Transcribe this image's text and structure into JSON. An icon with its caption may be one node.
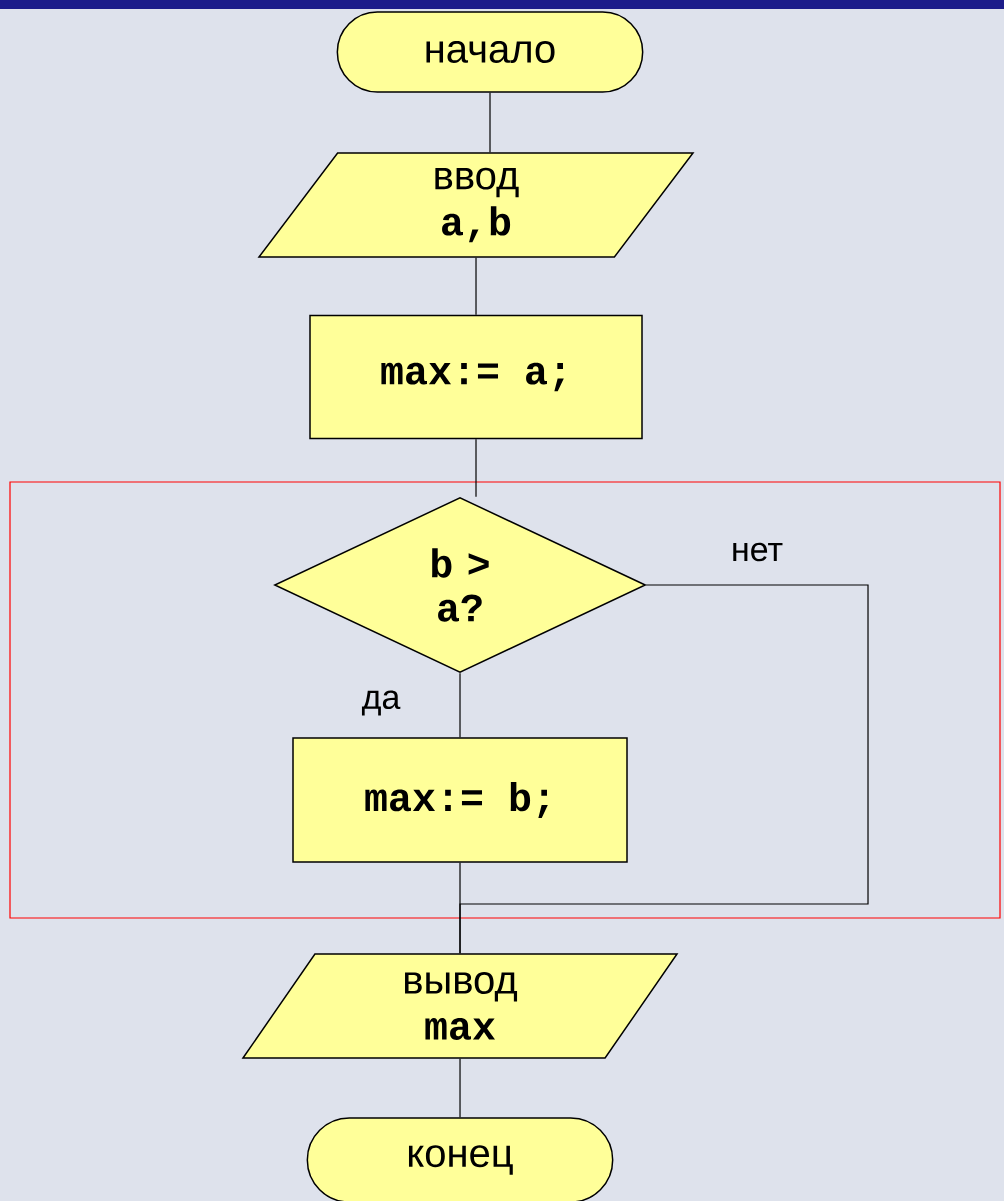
{
  "diagram": {
    "nodes": [
      {
        "text": [
          "начало"
        ]
      },
      {
        "text": [
          "ввод",
          "a,b"
        ]
      },
      {
        "text": [
          "max:= a;"
        ]
      },
      {
        "text": [],
        "shape": "box"
      },
      {
        "text": [
          "b > a?"
        ],
        "in": 3
      },
      {
        "text": [
          "max:= b;"
        ],
        "in": 3
      },
      {
        "text": [
          "вывод",
          "max"
        ]
      },
      {
        "text": [
          "конец"
        ]
      }
    ],
    "edges": [
      {
        "from": 0,
        "to": 1,
        "arrow": "none"
      },
      {
        "from": 1,
        "to": 2,
        "arrow": "none"
      },
      {
        "from": 2,
        "to": 4,
        "arrow": "none"
      },
      {
        "from": 4,
        "to": 5,
        "arrow": "none",
        "label": "да"
      },
      {
        "from": 4,
        "to": 6,
        "arrow": "none",
        "label": "нет"
      },
      {
        "from": 5,
        "to": 6,
        "arrow": "none"
      },
      {
        "from": 6,
        "to": 7,
        "arrow": "none"
      }
    ]
  }
}
